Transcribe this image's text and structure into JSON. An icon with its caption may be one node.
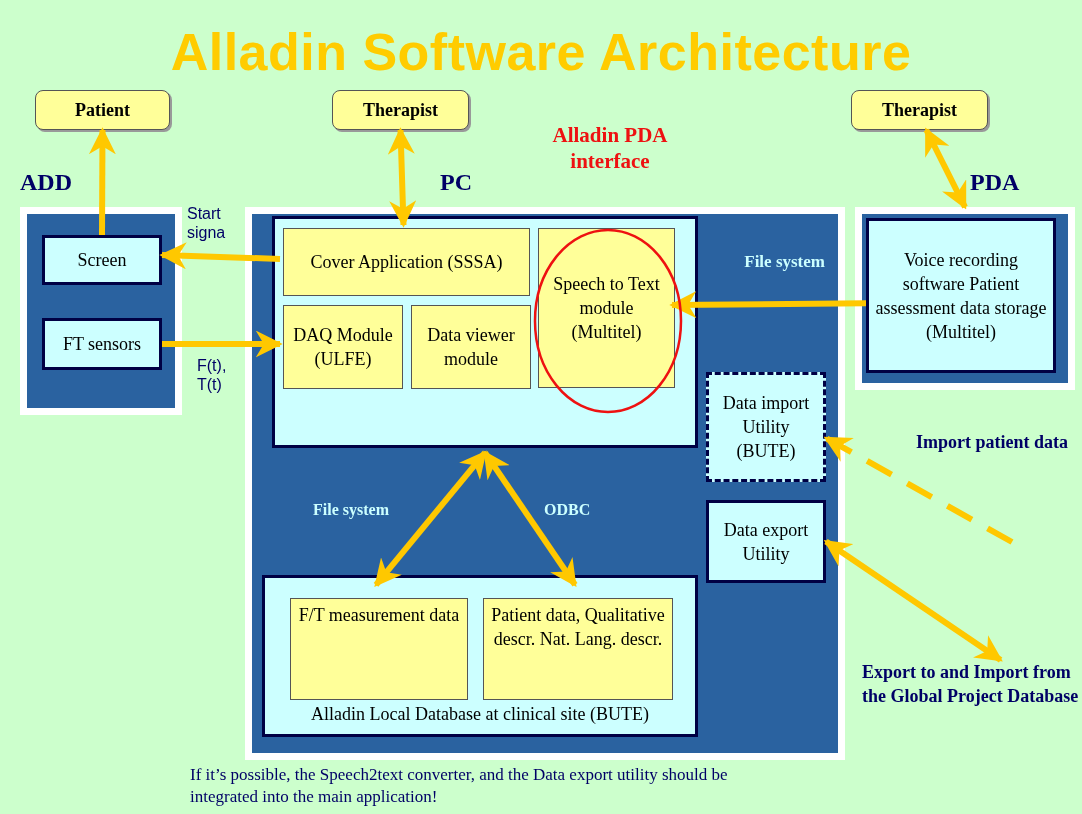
{
  "diagram": {
    "title": "Alladin Software Architecture",
    "caption": "If it’s possible, the Speech2text converter, and the Data export utility should be integrated into the main application!",
    "nodes": [
      {
        "text": [
          "Patient"
        ]
      },
      {
        "text": [
          "Therapist"
        ]
      },
      {
        "text": [
          "Therapist"
        ]
      },
      {
        "text": [
          "ADD"
        ]
      },
      {
        "text": [
          "Screen"
        ],
        "in": 3
      },
      {
        "text": [
          "FT sensors"
        ],
        "in": 3
      },
      {
        "text": [
          "PC",
          "File system"
        ]
      },
      {
        "text": [],
        "shape": "box",
        "in": 6
      },
      {
        "text": [
          "Cover Application (SSSA)"
        ],
        "in": 7
      },
      {
        "text": [
          "DAQ Module (ULFE)"
        ],
        "in": 7
      },
      {
        "text": [
          "Data viewer module"
        ],
        "in": 7
      },
      {
        "text": [
          "Speech to Text module (Multitel)"
        ],
        "in": 7
      },
      {
        "text": [
          "Alladin PDA interface"
        ]
      },
      {
        "text": [
          "Data import Utility (BUTE)"
        ],
        "in": 6
      },
      {
        "text": [
          "Data export Utility"
        ],
        "in": 6
      },
      {
        "text": [
          "Alladin Local Database at clinical site (BUTE)"
        ],
        "in": 6
      },
      {
        "text": [
          "F/T measurement data"
        ],
        "in": 15
      },
      {
        "text": [
          "Patient data, Qualitative descr. Nat. Lang. descr."
        ],
        "in": 15
      },
      {
        "text": [
          "PDA"
        ]
      },
      {
        "text": [
          "Voice recording software Patient assessment data storage (Multitel)"
        ],
        "in": 18
      },
      {
        "text": [
          "Export to and Import from the Global Project Database"
        ]
      }
    ],
    "edges": [
      {
        "from": 4,
        "to": 0,
        "arrow": "to"
      },
      {
        "from": 1,
        "to": 8,
        "arrow": "both"
      },
      {
        "from": 2,
        "to": 18,
        "arrow": "both"
      },
      {
        "from": 8,
        "to": 4,
        "arrow": "to",
        "label": "Start signa"
      },
      {
        "from": 5,
        "to": 9,
        "arrow": "to",
        "label": "F(t), T(t)"
      },
      {
        "from": 19,
        "to": 11,
        "arrow": "to"
      },
      {
        "from": 7,
        "to": 16,
        "arrow": "both",
        "label": "File system"
      },
      {
        "from": 7,
        "to": 17,
        "arrow": "both",
        "label": "ODBC"
      },
      {
        "from": null,
        "to": 13,
        "arrow": "to",
        "style": "dashed"
      },
      {
        "from": 14,
        "to": 20,
        "arrow": "both"
      }
    ],
    "labels": [
      "Import patient data"
    ]
  }
}
